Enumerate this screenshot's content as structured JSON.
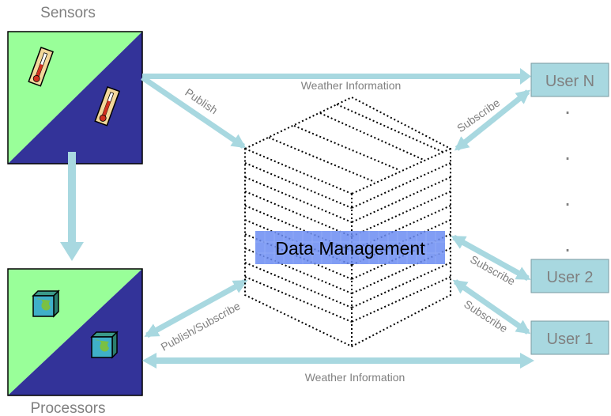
{
  "labels": {
    "sensors": "Sensors",
    "processors": "Processors",
    "weather_top": "Weather Information",
    "weather_bottom": "Weather Information",
    "publish": "Publish",
    "publish_subscribe": "Publish/Subscribe",
    "subscribe_n": "Subscribe",
    "subscribe_2": "Subscribe",
    "subscribe_1": "Subscribe",
    "data_management": "Data Management"
  },
  "users": {
    "user_n": "User N",
    "user_2": "User 2",
    "user_1": "User 1",
    "ellipsis": [
      "·",
      "·",
      "·",
      "·"
    ]
  },
  "colors": {
    "arrow": "#a8d8e0",
    "green": "#99ff99",
    "navy": "#333399",
    "user_box": "#a8d8e0",
    "data_band": "#6b8cf2",
    "text_gray": "#808080"
  }
}
